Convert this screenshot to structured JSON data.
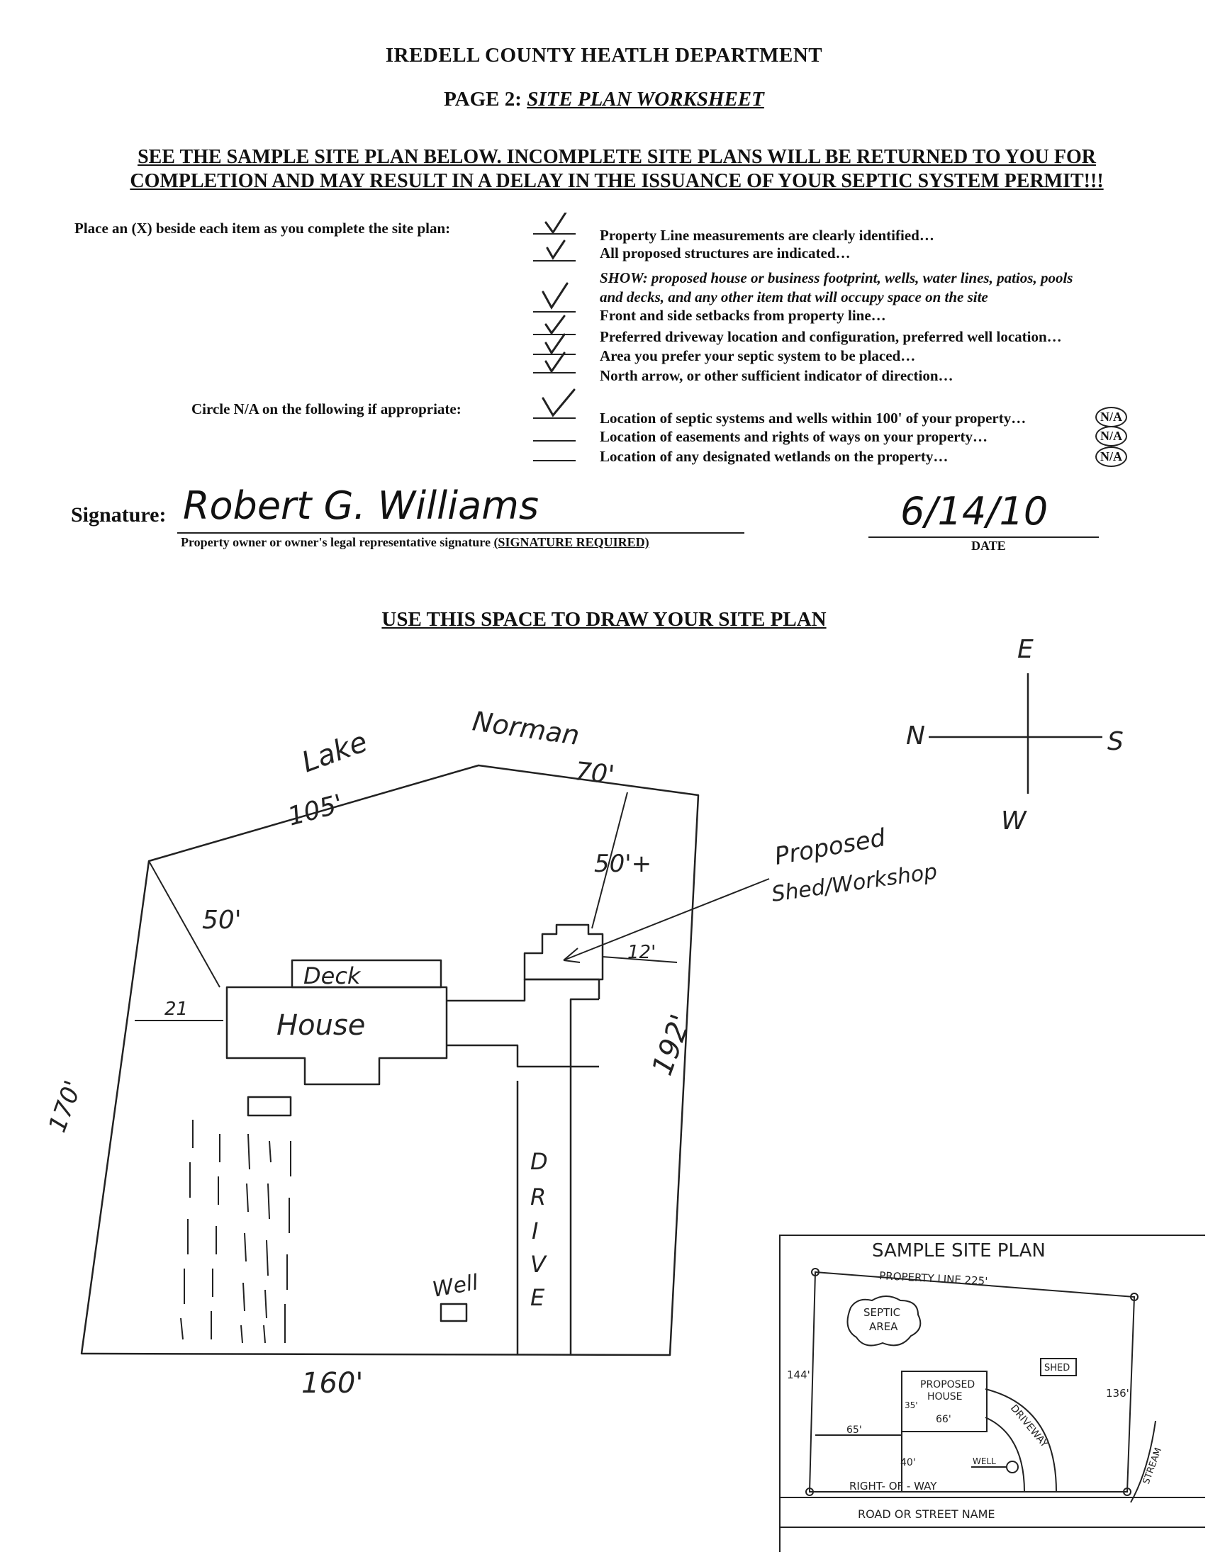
{
  "header": {
    "title": "IREDELL COUNTY HEATLH DEPARTMENT",
    "page_prefix": "PAGE 2:",
    "page_name": "SITE PLAN WORKSHEET"
  },
  "warning": {
    "line1": "SEE THE SAMPLE SITE PLAN BELOW.  INCOMPLETE SITE PLANS WILL BE RETURNED TO YOU FOR",
    "line2": "COMPLETION AND MAY RESULT IN A DELAY IN THE ISSUANCE OF YOUR SEPTIC SYSTEM PERMIT!!!"
  },
  "checklist": {
    "instruction": "Place an (X) beside each item as you complete the site plan:",
    "items": [
      "Property Line measurements are clearly identified…",
      "All proposed structures are indicated…",
      "SHOW: proposed house or business footprint, wells, water lines, patios, pools",
      "and decks, and any other item that will occupy space on the site",
      "Front and side setbacks from property line…",
      "Preferred driveway location and configuration, preferred well location…",
      "Area you prefer your septic system to be placed…",
      "North arrow, or other sufficient indicator of direction…"
    ],
    "na_instruction": "Circle N/A on the following if appropriate:",
    "na_items": [
      "Location of septic systems and wells within 100' of your property…",
      "Location of easements and rights of ways on your property…",
      "Location of any designated wetlands on the property…"
    ],
    "na_label": "N/A"
  },
  "signature": {
    "label": "Signature:",
    "handwritten": "Robert G. Williams",
    "caption": "Property owner or owner's legal representative signature",
    "required": "(SIGNATURE REQUIRED)",
    "date_value": "6/14/10",
    "date_label": "DATE"
  },
  "site_plan": {
    "title": "USE THIS SPACE TO DRAW YOUR SITE PLAN",
    "compass": {
      "east": "E",
      "north": "N",
      "south": "S",
      "west": "W"
    },
    "labels": {
      "lake": "Lake",
      "norman": "Norman",
      "dim_105": "105'",
      "dim_70": "70'",
      "dim_50": "50'",
      "dim_50plus": "50'+",
      "dim_21": "21",
      "dim_12": "12'",
      "dim_170": "170'",
      "dim_192": "192'",
      "dim_160": "160'",
      "deck": "Deck",
      "house": "House",
      "proposed": "Proposed",
      "shed_workshop": "Shed/Workshop",
      "drive": [
        "D",
        "R",
        "I",
        "V",
        "E"
      ],
      "well": "Well"
    }
  },
  "sample_plan": {
    "title": "SAMPLE SITE PLAN",
    "property_line": "PROPERTY LINE 225'",
    "septic": [
      "SEPTIC",
      "AREA"
    ],
    "shed": "SHED",
    "dim_144": "144'",
    "dim_136": "136'",
    "proposed_house": [
      "PROPOSED",
      "HOUSE"
    ],
    "dim_66": "66'",
    "dim_65": "65'",
    "dim_40": "40'",
    "dim_35": "35'",
    "driveway": "DRIVEWAY",
    "well": "WELL",
    "right_of_way": "RIGHT- OF - WAY",
    "road": "ROAD OR STREET NAME",
    "stream": "STREAM"
  }
}
